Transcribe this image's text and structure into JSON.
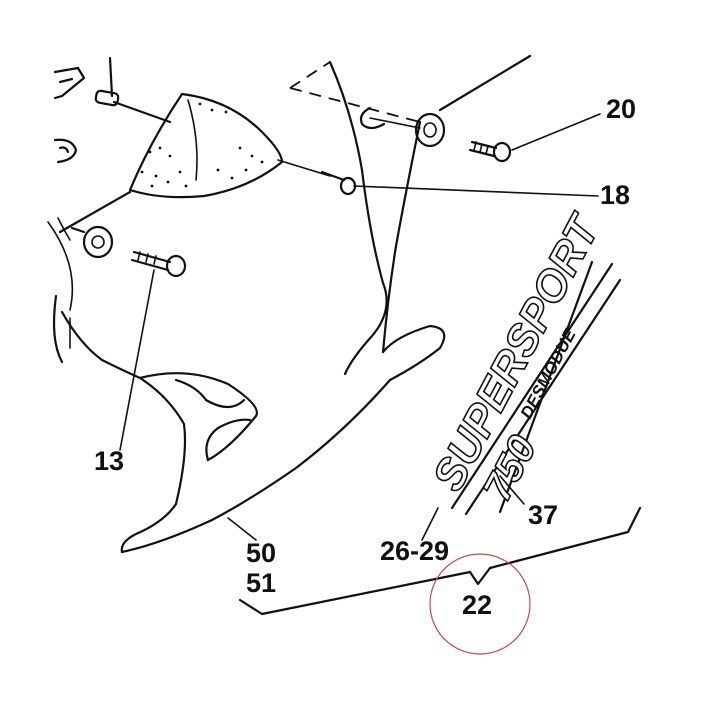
{
  "diagram": {
    "callouts": [
      "20",
      "18",
      "13",
      "50",
      "51",
      "26-29",
      "37",
      "22"
    ],
    "decal": {
      "main_text": "SUPERSPORT",
      "sub_text": "DESMODUE",
      "model": "750"
    },
    "highlight_color": "#d04545"
  }
}
